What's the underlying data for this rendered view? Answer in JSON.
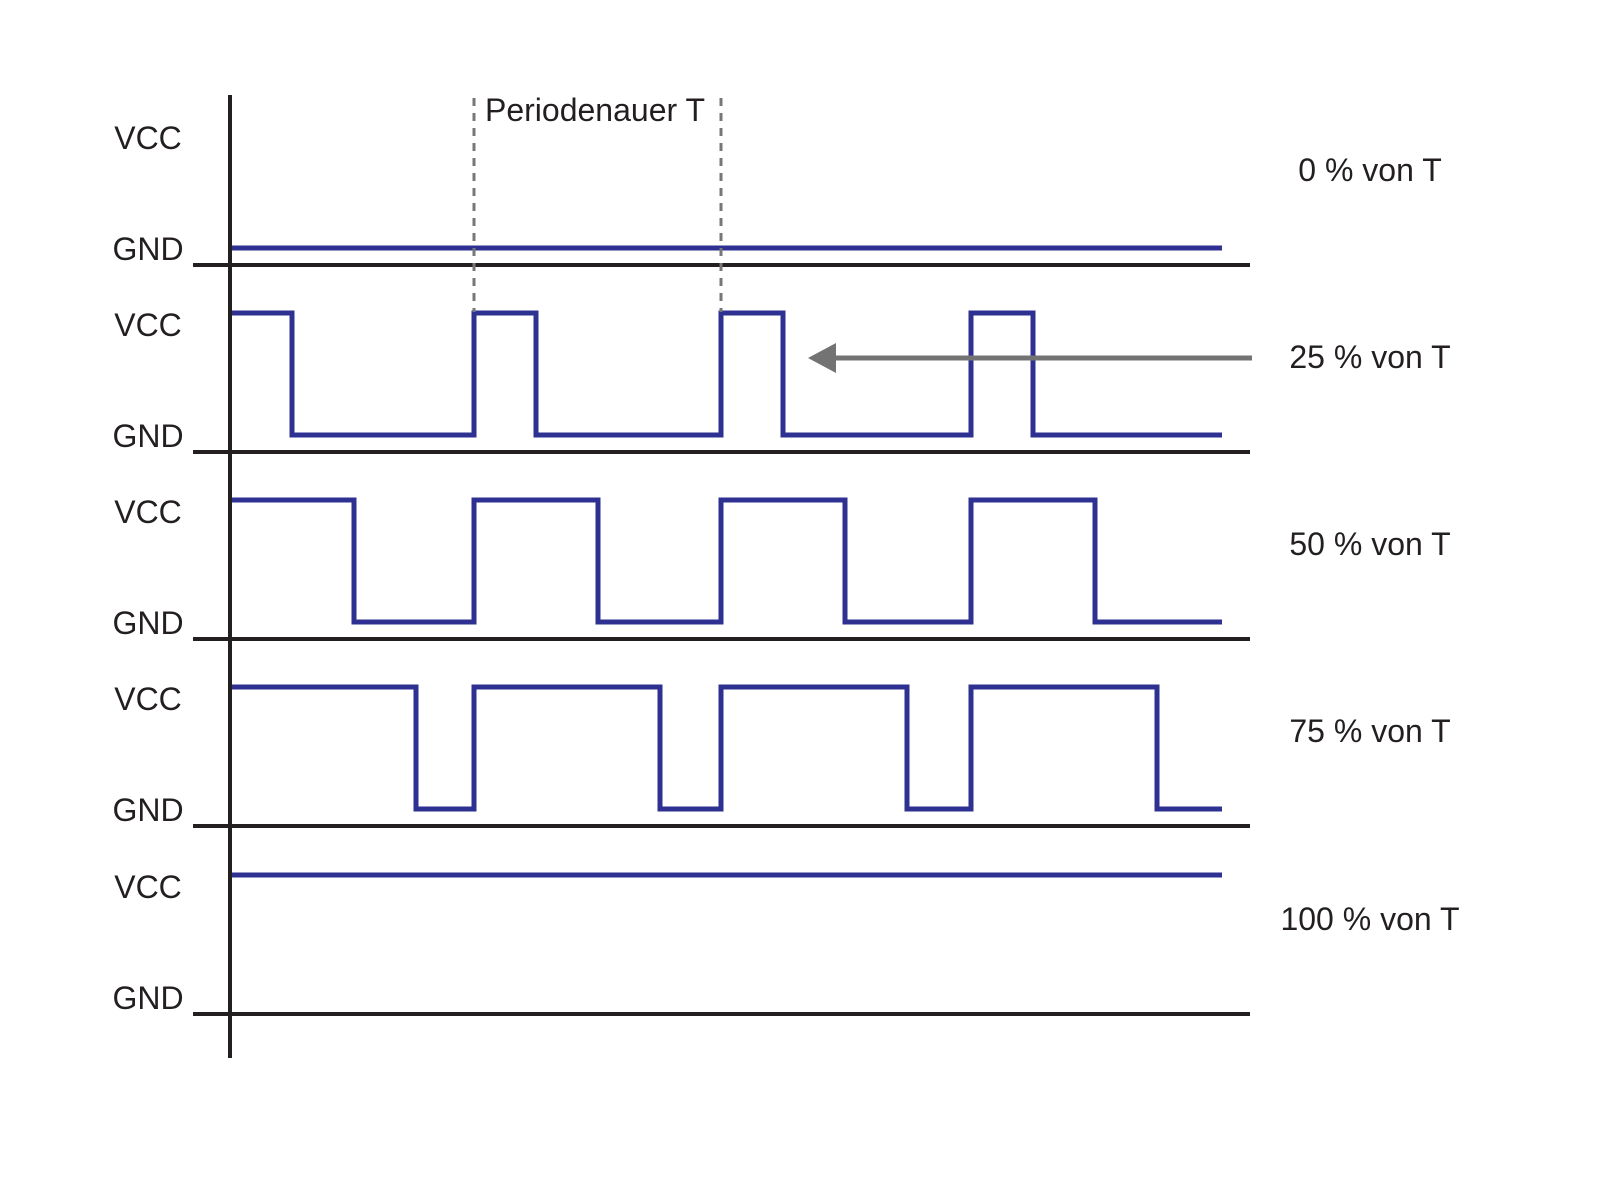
{
  "period_label": "Periodenauer T",
  "level_labels": {
    "high": "VCC",
    "low": "GND"
  },
  "colors": {
    "signal": "#2e3192",
    "axis": "#231f20",
    "arrow": "#737373",
    "dashed": "#777777"
  },
  "arrow_points_to": "25 % von T",
  "rows": [
    {
      "duty_percent": 0,
      "label": "0 % von T"
    },
    {
      "duty_percent": 25,
      "label": "25 % von T"
    },
    {
      "duty_percent": 50,
      "label": "50 % von T"
    },
    {
      "duty_percent": 75,
      "label": "75 % von T"
    },
    {
      "duty_percent": 100,
      "label": "100 % von T"
    }
  ],
  "periods_shown": 4
}
